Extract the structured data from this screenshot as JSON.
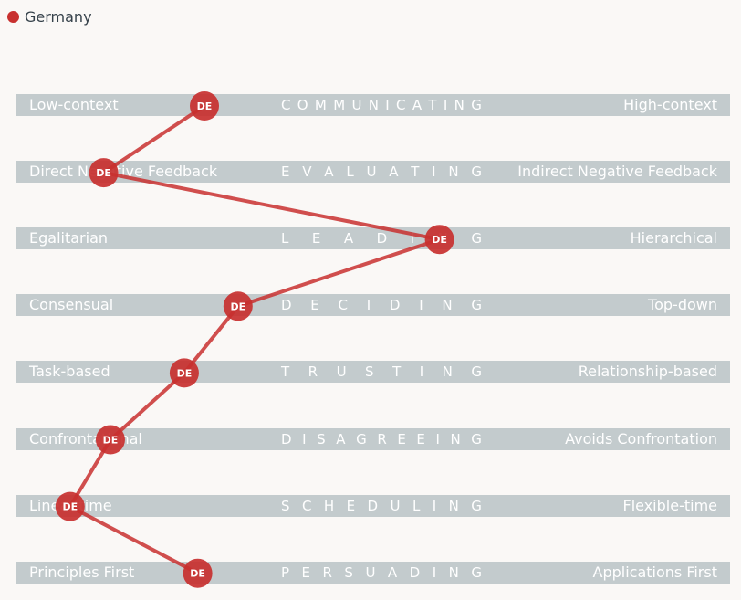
{
  "legend": {
    "label": "Germany",
    "color": "#c8302f",
    "icon": "filled-circle-icon"
  },
  "chart_data": {
    "type": "line",
    "series": [
      {
        "name": "Germany",
        "marker_label": "DE",
        "color": "#c8302f",
        "values": [
          2.5,
          1.0,
          6.0,
          3.0,
          2.2,
          1.1,
          0.5,
          2.4
        ]
      }
    ],
    "categories": [
      "COMMUNICATING",
      "EVALUATING",
      "LEADING",
      "DECIDING",
      "TRUSTING",
      "DISAGREEING",
      "SCHEDULING",
      "PERSUADING"
    ],
    "scales": [
      {
        "name": "COMMUNICATING",
        "left": "Low-context",
        "right": "High-context"
      },
      {
        "name": "EVALUATING",
        "left": "Direct Negative Feedback",
        "right": "Indirect Negative Feedback"
      },
      {
        "name": "LEADING",
        "left": "Egalitarian",
        "right": "Hierarchical"
      },
      {
        "name": "DECIDING",
        "left": "Consensual",
        "right": "Top-down"
      },
      {
        "name": "TRUSTING",
        "left": "Task-based",
        "right": "Relationship-based"
      },
      {
        "name": "DISAGREEING",
        "left": "Confrontational",
        "right": "Avoids Confrontation"
      },
      {
        "name": "SCHEDULING",
        "left": "Linear-time",
        "right": "Flexible-time"
      },
      {
        "name": "PERSUADING",
        "left": "Principles First",
        "right": "Applications First"
      }
    ],
    "xlim": [
      0,
      10
    ],
    "bar_color": "#c3cbcd",
    "background": "#faf8f6"
  }
}
